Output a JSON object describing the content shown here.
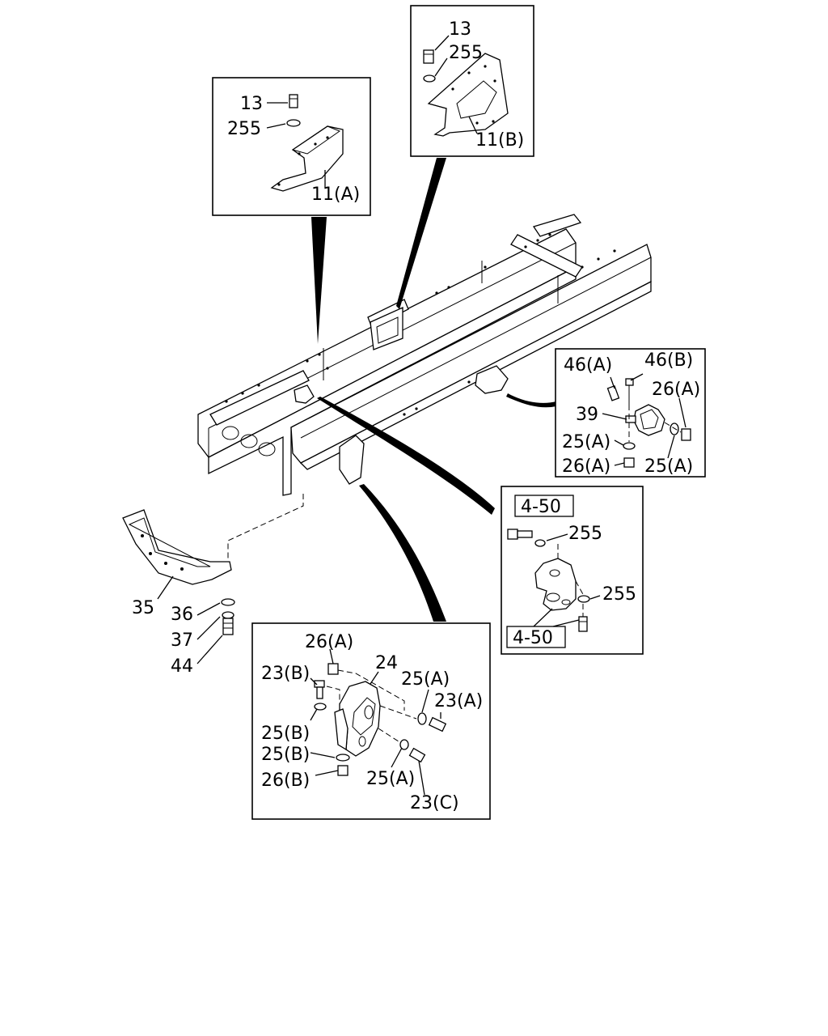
{
  "callouts": {
    "bracket_11a": {
      "c1": "13",
      "c2": "255",
      "c3": "11(A)"
    },
    "bracket_11b": {
      "c1": "13",
      "c2": "255",
      "c3": "11(B)"
    },
    "mount_46": {
      "c1": "46(A)",
      "c2": "46(B)",
      "c3": "26(A)",
      "c4": "39",
      "c5": "25(A)",
      "c6": "26(A)",
      "c7": "25(A)"
    },
    "mount_450": {
      "ref_top": "4-50",
      "c1": "255",
      "c2": "255",
      "ref_bottom": "4-50"
    },
    "hanger_24": {
      "c1": "26(A)",
      "c2": "24",
      "c3": "23(B)",
      "c4": "25(A)",
      "c5": "23(A)",
      "c6": "25(B)",
      "c7": "25(B)",
      "c8": "25(A)",
      "c9": "26(B)",
      "c10": "23(C)"
    },
    "crossmember": {
      "c1": "35",
      "c2": "36",
      "c3": "37",
      "c4": "44"
    }
  }
}
